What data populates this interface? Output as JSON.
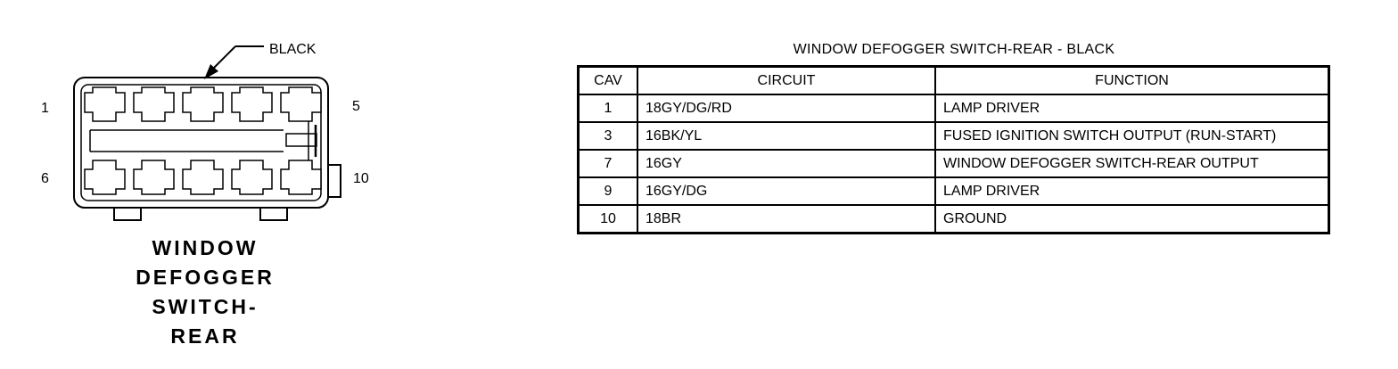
{
  "connector": {
    "wire_color_label": "BLACK",
    "pin_labels": {
      "top_left": "1",
      "top_right": "5",
      "bottom_left": "6",
      "bottom_right": "10"
    },
    "caption_lines": [
      "WINDOW",
      "DEFOGGER",
      "SWITCH-",
      "REAR"
    ]
  },
  "table": {
    "title": "WINDOW DEFOGGER SWITCH-REAR - BLACK",
    "headers": {
      "cav": "CAV",
      "circuit": "CIRCUIT",
      "function": "FUNCTION"
    },
    "rows": [
      {
        "cav": "1",
        "circuit": "18GY/DG/RD",
        "function": "LAMP DRIVER"
      },
      {
        "cav": "3",
        "circuit": "16BK/YL",
        "function": "FUSED IGNITION SWITCH OUTPUT (RUN-START)"
      },
      {
        "cav": "7",
        "circuit": "16GY",
        "function": "WINDOW DEFOGGER SWITCH-REAR OUTPUT"
      },
      {
        "cav": "9",
        "circuit": "16GY/DG",
        "function": "LAMP DRIVER"
      },
      {
        "cav": "10",
        "circuit": "18BR",
        "function": "GROUND"
      }
    ]
  }
}
